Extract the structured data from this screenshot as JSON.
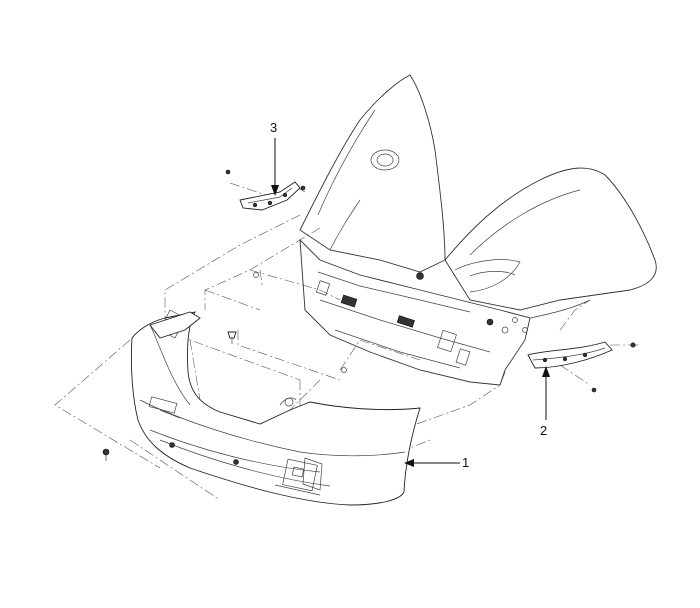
{
  "callouts": [
    {
      "id": "1",
      "label": "1"
    },
    {
      "id": "2",
      "label": "2"
    },
    {
      "id": "3",
      "label": "3"
    }
  ],
  "colors": {
    "line": "#333333",
    "background": "#ffffff"
  }
}
